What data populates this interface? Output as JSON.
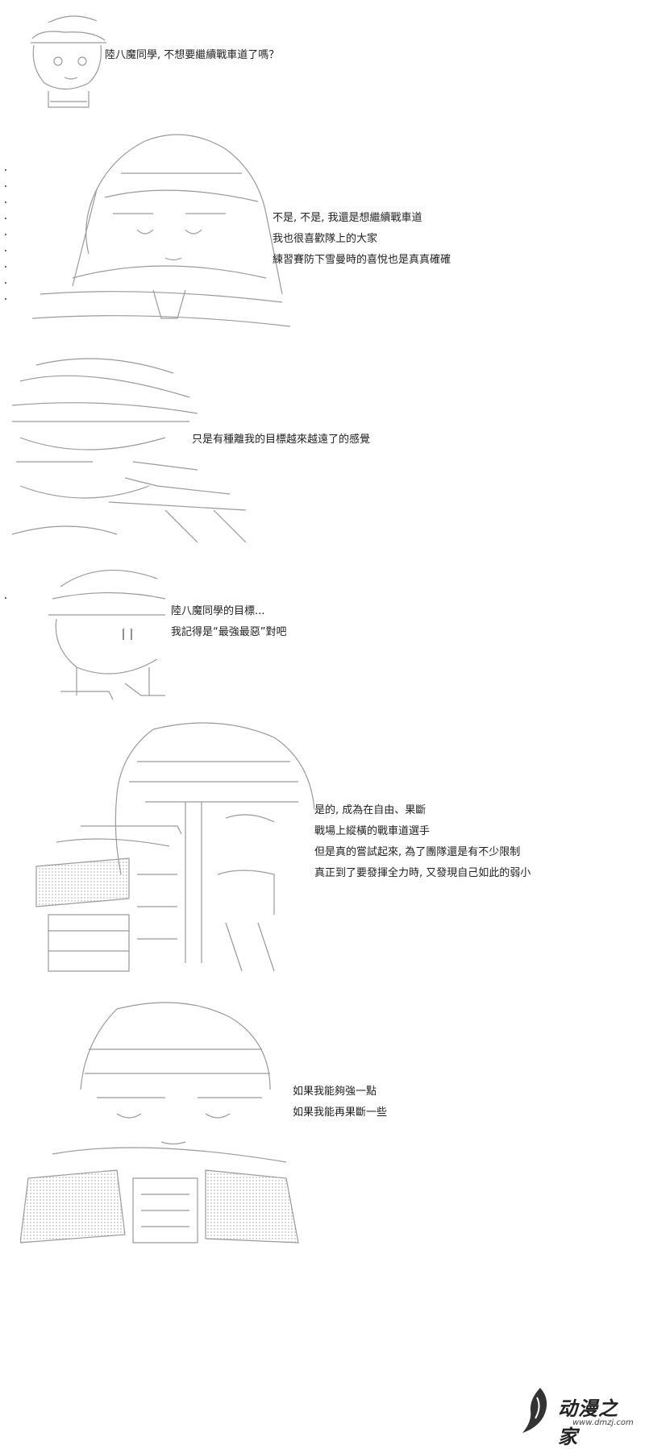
{
  "panels": [
    {
      "lines": [
        "陸八魔同學, 不想要繼續戰車道了嗎？"
      ]
    },
    {
      "lines": [
        "不是, 不是, 我還是想繼續戰車道",
        "我也很喜歡隊上的大家",
        "練習賽防下雪曼時的喜悅也是真真確確"
      ]
    },
    {
      "lines": [
        "只是有種離我的目標越來越遠了的感覺"
      ]
    },
    {
      "lines": [
        "陸八魔同學的目標...",
        "我記得是“最強最惡”對吧"
      ]
    },
    {
      "lines": [
        "是的, 成為在自由、果斷",
        "戰場上縱橫的戰車道選手",
        "但是真的嘗試起來, 為了團隊還是有不少限制",
        "真正到了要發揮全力時, 又發現自己如此的弱小"
      ]
    },
    {
      "lines": [
        "如果我能夠強一點",
        "如果我能再果斷一些"
      ]
    }
  ],
  "logo": {
    "main": "动漫之家",
    "sub": "www.dmzj.com"
  },
  "icons": {
    "logo_mark": "pen-nib-icon"
  }
}
